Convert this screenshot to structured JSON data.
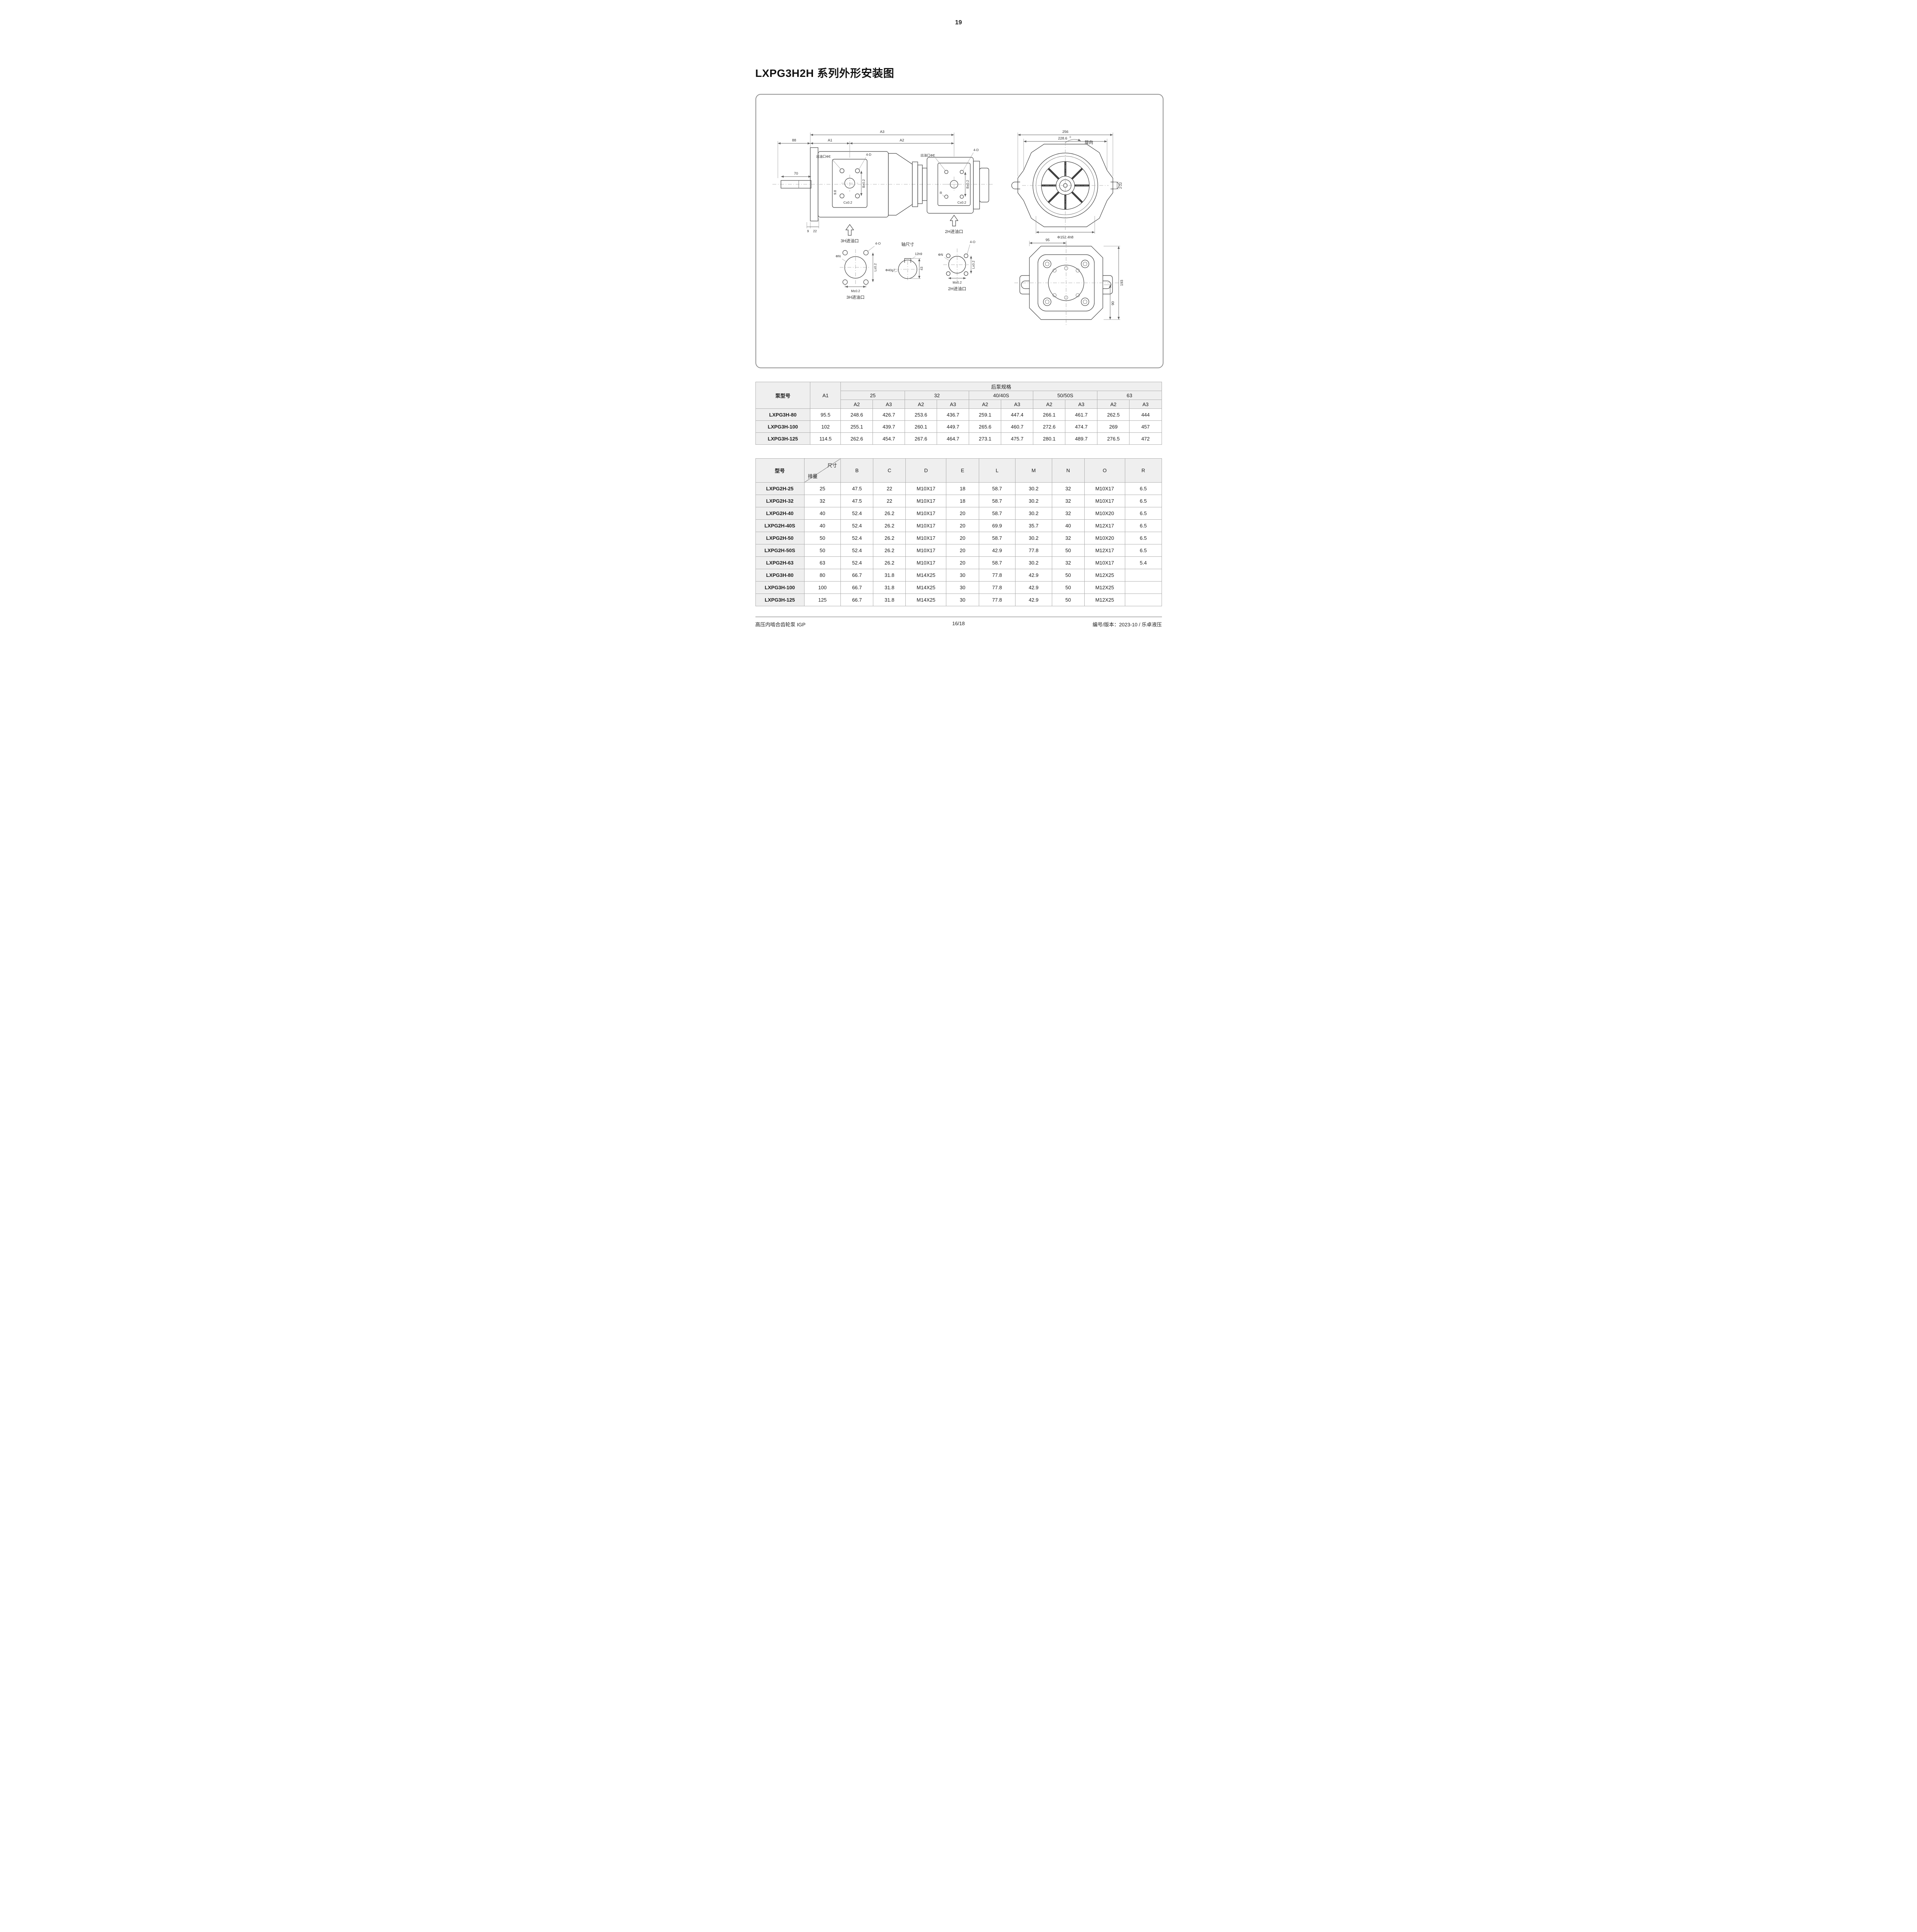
{
  "page": {
    "number": "19",
    "title": "LXPG3H2H 系列外形安装图"
  },
  "drawing": {
    "side_view": {
      "dim_88": "88",
      "dim_70": "70",
      "dim_a1": "A1",
      "dim_a2": "A2",
      "dim_a3": "A3",
      "dim_9": "9",
      "dim_22": "22",
      "dim_9_8": "9.8",
      "outlet_port": "出油口ΦE",
      "holes_4d": "4-D",
      "dim_b": "B±0.2",
      "dim_c": "C±0.2",
      "dim_r": "R",
      "inlet_3h": "3H进油口",
      "inlet_2h": "2H进油口"
    },
    "front_view": {
      "dim_256": "256",
      "dim_228_6": "228.6",
      "dim_228_6_tol": "0",
      "rotation": "旋向",
      "dim_2_22": "2-22",
      "pilot_dia": "Φ152.4h8"
    },
    "port_detail": {
      "holes_4o": "4-O",
      "dia_n": "ΦN",
      "dim_l": "L±0.2",
      "dim_m": "M±0.2",
      "inlet_3h": "3H进油口",
      "inlet_2h": "2H进油口"
    },
    "shaft_detail": {
      "title": "轴尺寸",
      "key": "12h9",
      "dia": "Φ40g7",
      "dim_43": "43"
    },
    "rear_view": {
      "dim_95": "95",
      "dim_193": "193",
      "dim_90": "90"
    }
  },
  "table1": {
    "header": {
      "pump_model": "泵型号",
      "a1": "A1",
      "rear_spec": "后泵规格",
      "specs": [
        "25",
        "32",
        "40/40S",
        "50/50S",
        "63"
      ],
      "a2": "A2",
      "a3": "A3"
    },
    "rows": [
      {
        "model": "LXPG3H-80",
        "a1": "95.5",
        "values": [
          "248.6",
          "426.7",
          "253.6",
          "436.7",
          "259.1",
          "447.4",
          "266.1",
          "461.7",
          "262.5",
          "444"
        ]
      },
      {
        "model": "LXPG3H-100",
        "a1": "102",
        "values": [
          "255.1",
          "439.7",
          "260.1",
          "449.7",
          "265.6",
          "460.7",
          "272.6",
          "474.7",
          "269",
          "457"
        ]
      },
      {
        "model": "LXPG3H-125",
        "a1": "114.5",
        "values": [
          "262.6",
          "454.7",
          "267.6",
          "464.7",
          "273.1",
          "475.7",
          "280.1",
          "489.7",
          "276.5",
          "472"
        ]
      }
    ]
  },
  "table2": {
    "header": {
      "model": "型号",
      "diag_top": "尺寸",
      "diag_bottom": "排量",
      "cols": [
        "B",
        "C",
        "D",
        "E",
        "L",
        "M",
        "N",
        "O",
        "R"
      ]
    },
    "rows": [
      {
        "model": "LXPG2H-25",
        "disp": "25",
        "values": [
          "47.5",
          "22",
          "M10X17",
          "18",
          "58.7",
          "30.2",
          "32",
          "M10X17",
          "6.5"
        ]
      },
      {
        "model": "LXPG2H-32",
        "disp": "32",
        "values": [
          "47.5",
          "22",
          "M10X17",
          "18",
          "58.7",
          "30.2",
          "32",
          "M10X17",
          "6.5"
        ]
      },
      {
        "model": "LXPG2H-40",
        "disp": "40",
        "values": [
          "52.4",
          "26.2",
          "M10X17",
          "20",
          "58.7",
          "30.2",
          "32",
          "M10X20",
          "6.5"
        ]
      },
      {
        "model": "LXPG2H-40S",
        "disp": "40",
        "values": [
          "52.4",
          "26.2",
          "M10X17",
          "20",
          "69.9",
          "35.7",
          "40",
          "M12X17",
          "6.5"
        ]
      },
      {
        "model": "LXPG2H-50",
        "disp": "50",
        "values": [
          "52.4",
          "26.2",
          "M10X17",
          "20",
          "58.7",
          "30.2",
          "32",
          "M10X20",
          "6.5"
        ]
      },
      {
        "model": "LXPG2H-50S",
        "disp": "50",
        "values": [
          "52.4",
          "26.2",
          "M10X17",
          "20",
          "42.9",
          "77.8",
          "50",
          "M12X17",
          "6.5"
        ]
      },
      {
        "model": "LXPG2H-63",
        "disp": "63",
        "values": [
          "52.4",
          "26.2",
          "M10X17",
          "20",
          "58.7",
          "30.2",
          "32",
          "M10X17",
          "5.4"
        ]
      },
      {
        "model": "LXPG3H-80",
        "disp": "80",
        "values": [
          "66.7",
          "31.8",
          "M14X25",
          "30",
          "77.8",
          "42.9",
          "50",
          "M12X25",
          ""
        ]
      },
      {
        "model": "LXPG3H-100",
        "disp": "100",
        "values": [
          "66.7",
          "31.8",
          "M14X25",
          "30",
          "77.8",
          "42.9",
          "50",
          "M12X25",
          ""
        ]
      },
      {
        "model": "LXPG3H-125",
        "disp": "125",
        "values": [
          "66.7",
          "31.8",
          "M14X25",
          "30",
          "77.8",
          "42.9",
          "50",
          "M12X25",
          ""
        ]
      }
    ]
  },
  "footer": {
    "left": "高压内啮合齿轮泵 IGP",
    "center": "16/18",
    "right": "编号/版本：2023-10 / 乐卓液压"
  }
}
